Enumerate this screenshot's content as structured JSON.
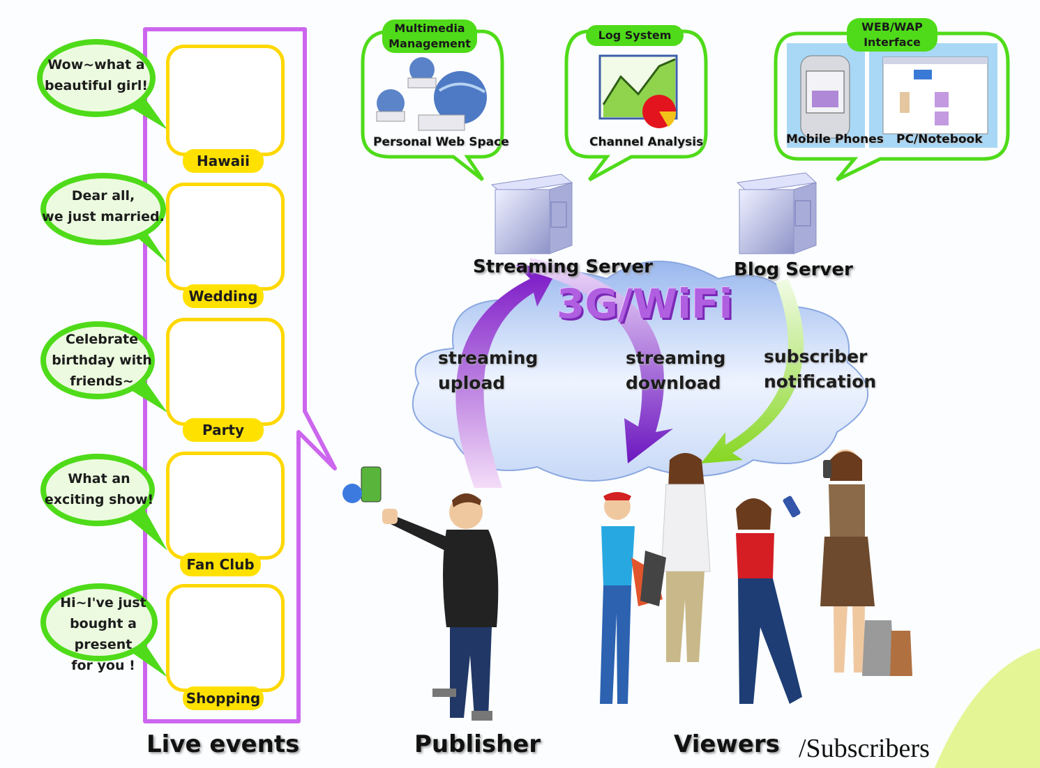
{
  "live_events": {
    "caption": "Live events",
    "items": [
      {
        "tag": "Hawaii",
        "speech": [
          "Wow~what a",
          "beautiful girl!"
        ]
      },
      {
        "tag": "Wedding",
        "speech": [
          "Dear all,",
          "we just married."
        ]
      },
      {
        "tag": "Party",
        "speech": [
          "Celebrate",
          "birthday with",
          "friends~"
        ]
      },
      {
        "tag": "Fan Club",
        "speech": [
          "What an",
          "exciting show!"
        ]
      },
      {
        "tag": "Shopping",
        "speech": [
          "Hi~I've just",
          "bought a present",
          "for you !"
        ]
      }
    ]
  },
  "publisher": {
    "caption": "Publisher"
  },
  "viewers": {
    "caption": "Viewers",
    "suffix": "/Subscribers"
  },
  "network": {
    "label": "3G/WiFi",
    "flows": {
      "upload": [
        "streaming",
        "upload"
      ],
      "download": [
        "streaming",
        "download"
      ],
      "notify": [
        "subscriber",
        "notification"
      ]
    }
  },
  "servers": {
    "streaming": "Streaming Server",
    "blog": "Blog Server"
  },
  "services": {
    "multimedia": {
      "title": [
        "Multimedia",
        "Management"
      ],
      "caption": "Personal Web Space"
    },
    "log": {
      "title": [
        "Log System"
      ],
      "caption": "Channel Analysis"
    },
    "web": {
      "title": [
        "WEB/WAP",
        "Interface"
      ],
      "captions": [
        "Mobile Phones",
        "PC/Notebook"
      ]
    }
  },
  "icons": [
    "globe-server-icon",
    "chart-icon",
    "phone-screenshot",
    "pc-screenshot",
    "server-tower-icon"
  ],
  "colors": {
    "bubble_green": "#4fdb19",
    "event_yellow": "#ffd800",
    "frame_purple": "#cc66ee",
    "cloud_blue": "#a9c8f2"
  }
}
